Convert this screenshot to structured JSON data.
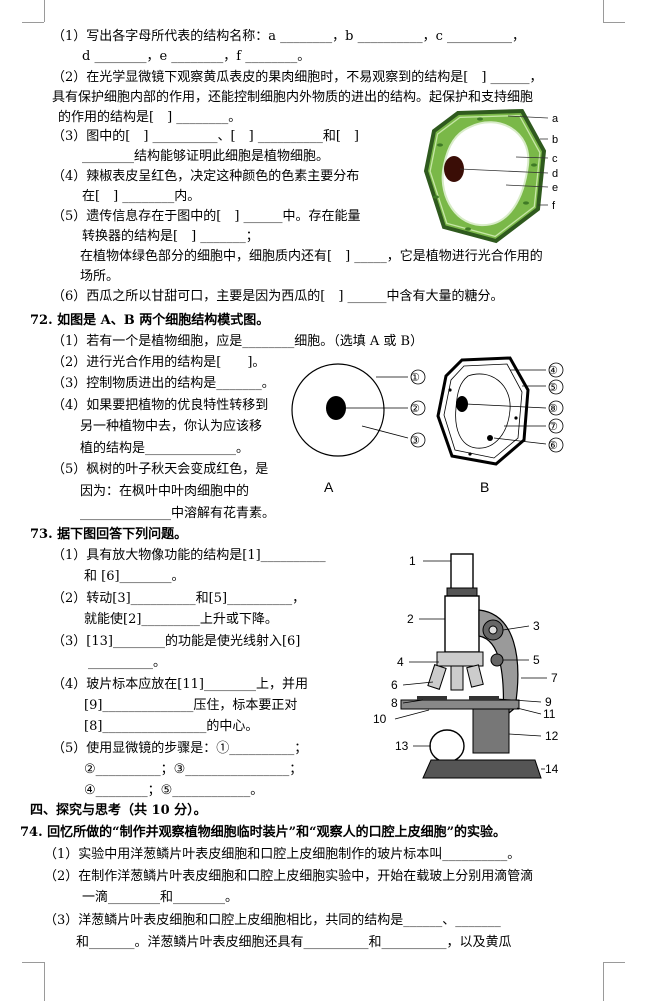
{
  "q71": {
    "l1": "（1）写出各字母所代表的结构名称：a ________，b __________，c __________，",
    "l2": "d ________，e ________，f ________。",
    "l3": "（2）在光学显微镜下观察黄瓜表皮的果肉细胞时，不易观察到的结构是[　] ______，",
    "l4": "具有保护细胞内部的作用，还能控制细胞内外物质的进出的结构。起保护和支持细胞",
    "l5": "的作用的结构是[　] ________。",
    "l6": "（3）图中的[　] __________、[　] __________和[　]",
    "l7": "________结构能够证明此细胞是植物细胞。",
    "l8": "（4）辣椒表皮呈红色，决定这种颜色的色素主要分布",
    "l9": "在[　] ________内。",
    "l10": "（5）遗传信息存在于图中的[　] ______中。存在能量",
    "l11": "转换器的结构是[　] _______；",
    "l12": "在植物体绿色部分的细胞中，细胞质内还有[　] _____，它是植物进行光合作用的",
    "l13": "场所。",
    "l14": "（6）西瓜之所以甘甜可口，主要是因为西瓜的[　] ______中含有大量的糖分。",
    "diagram_labels": [
      "a",
      "b",
      "c",
      "d",
      "e",
      "f"
    ]
  },
  "q72": {
    "title": "72. 如图是 A、B 两个细胞结构模式图。",
    "l1": "（1）若有一个是植物细胞，应是________细胞。（选填 A 或 B）",
    "l2": "（2）进行光合作用的结构是[　　]。",
    "l3": "（3）控制物质进出的结构是_______。",
    "l4": "（4）如果要把植物的优良特性转移到",
    "l5": "另一种植物中去，你认为应该移",
    "l6": "植的结构是______________。",
    "l7": "（5）枫树的叶子秋天会变成红色，是",
    "l8": "因为：在枫叶中叶肉细胞中的",
    "l9": "______________中溶解有花青素。",
    "labels_a": [
      "①",
      "②",
      "③"
    ],
    "labels_b": [
      "④",
      "⑤",
      "⑧",
      "⑦",
      "⑥"
    ],
    "cell_a": "A",
    "cell_b": "B"
  },
  "q73": {
    "title": "73. 据下图回答下列问题。",
    "l1": "（1）具有放大物像功能的结构是[1]__________",
    "l2": "和 [6]________。",
    "l3": "（2）转动[3]__________和[5]__________，",
    "l4": "就能使[2]_________上升或下降。",
    "l5": "（3）[13]________的功能是使光线射入[6]",
    "l6": "__________。",
    "l7": "（4）玻片标本应放在[11]________上，并用",
    "l8": "[9]______________压住，标本要正对",
    "l9": "[8]________________的中心。",
    "l10": "（5）使用显微镜的步骤是：①__________；",
    "l11": "②__________；③________________；",
    "l12": "④________；⑤____________。",
    "labels": [
      "1",
      "2",
      "3",
      "4",
      "5",
      "6",
      "7",
      "8",
      "9",
      "10",
      "11",
      "12",
      "13",
      "14"
    ]
  },
  "section4": {
    "title": "四、探究与思考（共 10 分）。"
  },
  "q74": {
    "title": "74. 回忆所做的“制作并观察植物细胞临时装片”和“观察人的口腔上皮细胞”的实验。",
    "l1": "（1）实验中用洋葱鳞片叶表皮细胞和口腔上皮细胞制作的玻片标本叫__________。",
    "l2": "（2）在制作洋葱鳞片叶表皮细胞和口腔上皮细胞实验中，开始在载玻上分别用滴管滴",
    "l3": "一滴________和________。",
    "l4": "（3）洋葱鳞片叶表皮细胞和口腔上皮细胞相比，共同的结构是______、_______",
    "l5": "和_______。洋葱鳞片叶表皮细胞还具有__________和__________，以及黄瓜"
  }
}
